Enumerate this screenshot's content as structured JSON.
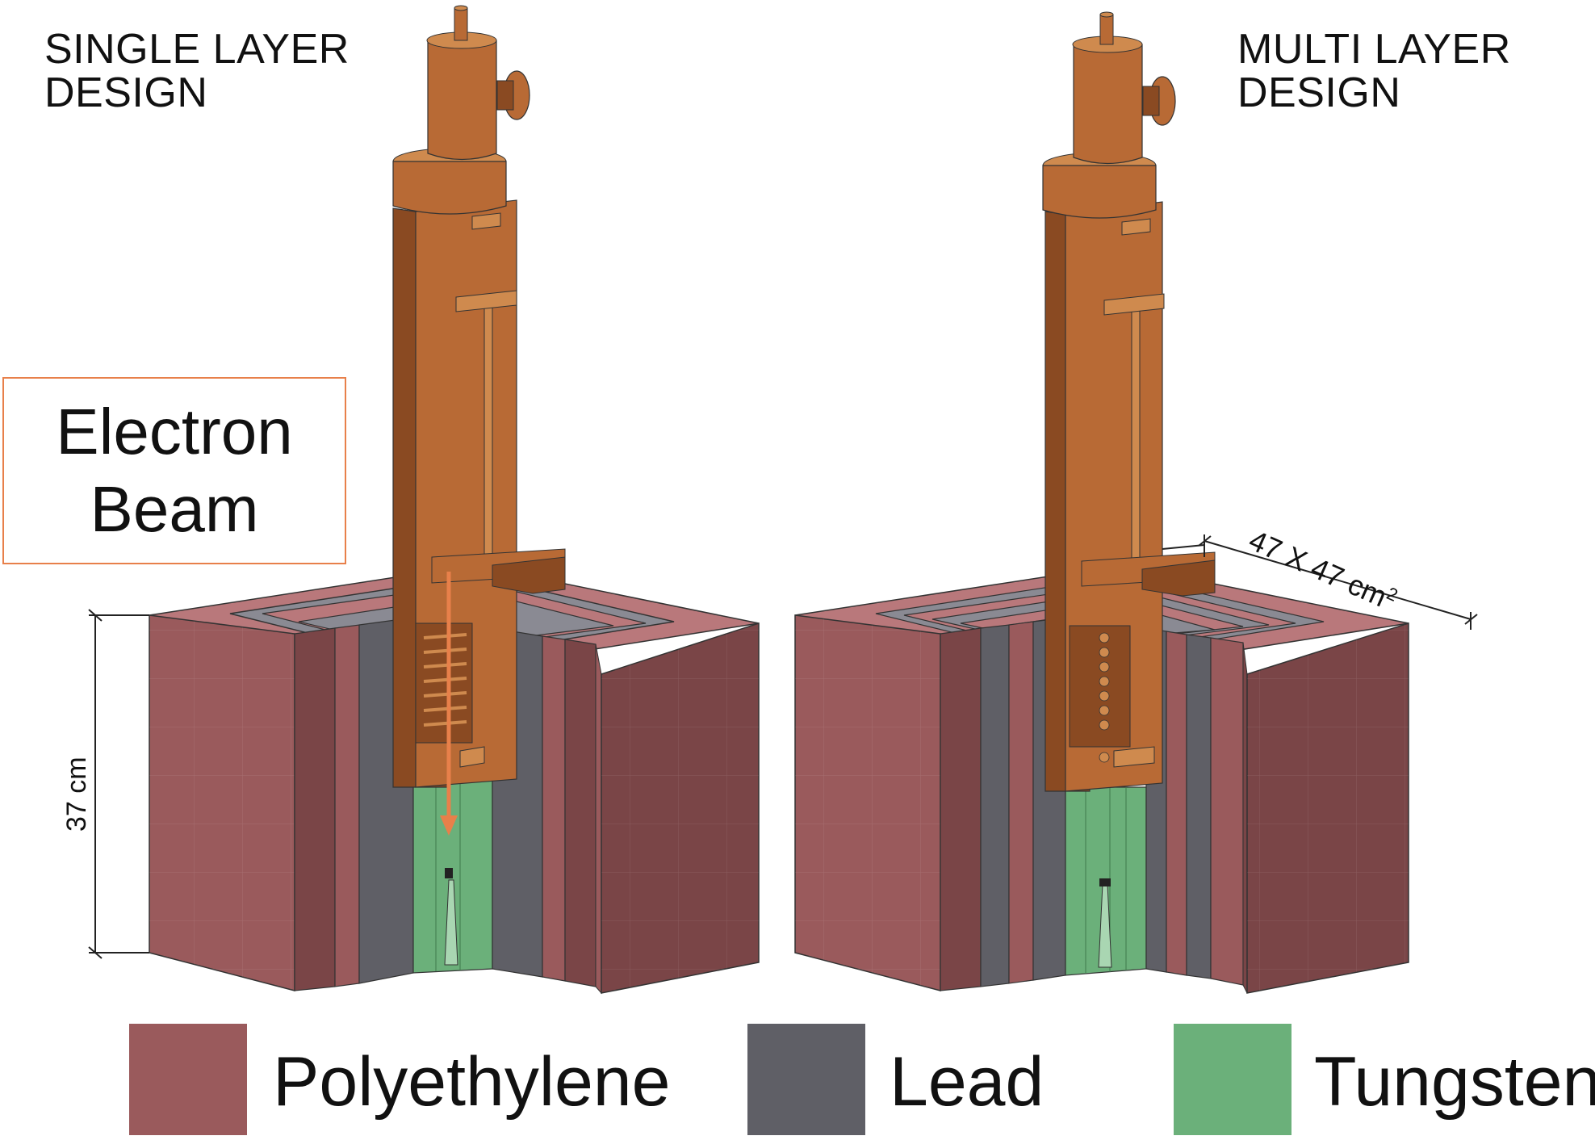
{
  "titles": {
    "single": [
      "SINGLE LAYER",
      "DESIGN"
    ],
    "multi": [
      "MULTI LAYER",
      "DESIGN"
    ]
  },
  "beam_label": [
    "Electron",
    "Beam"
  ],
  "dimensions": {
    "height": "37 cm",
    "area": "47 X 47 cm",
    "area_exponent": "2"
  },
  "legend": [
    {
      "label": "Polyethylene",
      "color": "#9a5a5c"
    },
    {
      "label": "Lead",
      "color": "#5f5f66"
    },
    {
      "label": "Tungsten",
      "color": "#6bb07a"
    }
  ],
  "colors": {
    "poly_front": "#9a5a5c",
    "poly_side": "#7a4547",
    "poly_top": "#b9787b",
    "lead": "#5f5f66",
    "lead_top": "#8a8a93",
    "tungsten": "#6bb07a",
    "copper": "#b86a35",
    "copper_dark": "#8a4a22",
    "copper_light": "#cf8a4e",
    "beam_arrow": "#e8804a"
  }
}
